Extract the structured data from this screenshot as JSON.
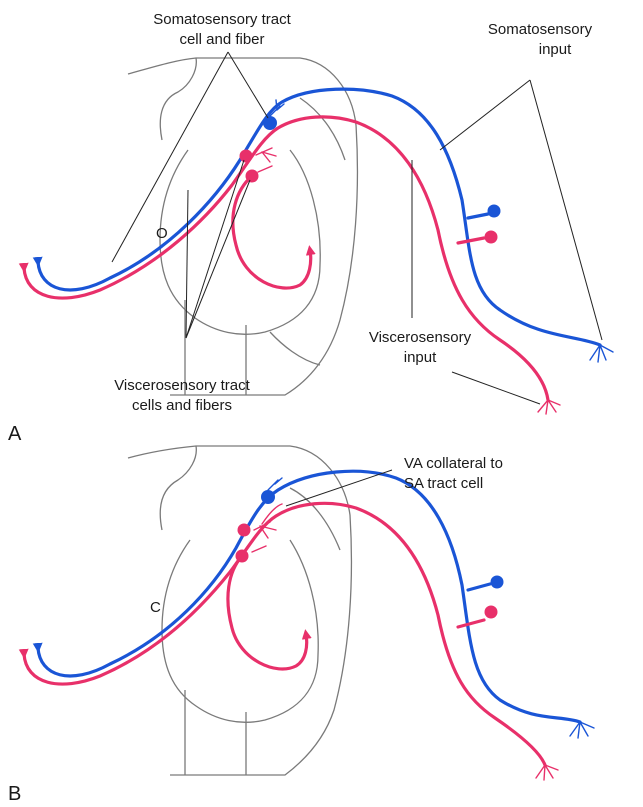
{
  "panel_a": {
    "letter": "A",
    "canal_letter": "O",
    "labels": {
      "somato_tract_line1": "Somatosensory tract",
      "somato_tract_line2": "cell and fiber",
      "somato_input_line1": "Somatosensory",
      "somato_input_line2": "input",
      "viscero_input_line1": "Viscerosensory",
      "viscero_input_line2": "input",
      "viscero_tract_line1": "Viscerosensory tract",
      "viscero_tract_line2": "cells and fibers"
    }
  },
  "panel_b": {
    "letter": "B",
    "canal_letter": "C",
    "labels": {
      "va_collateral_line1": "VA collateral to",
      "va_collateral_line2": "SA tract cell"
    }
  },
  "colors": {
    "somatosensory": "#1a55d6",
    "viscerosensory": "#e8306a",
    "outline": "#7a7a7a"
  }
}
